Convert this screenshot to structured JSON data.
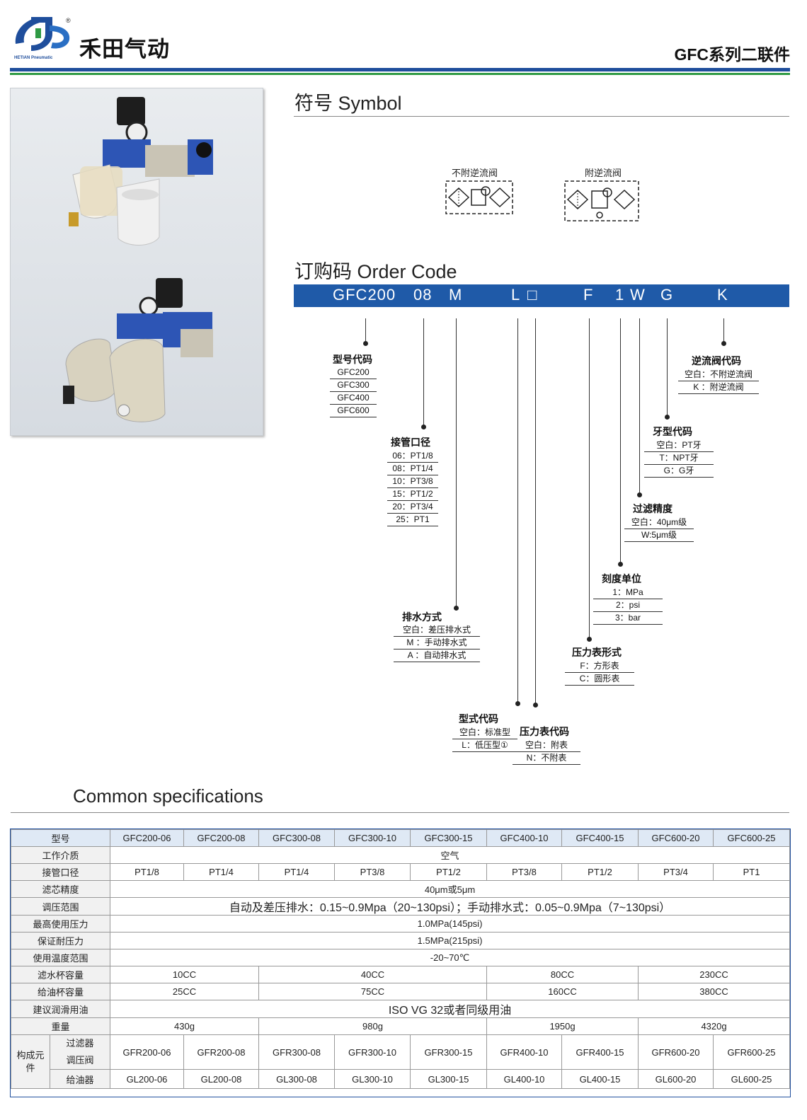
{
  "header": {
    "brand_name": "禾田气动",
    "brand_sub": "HETIAN Pneumatic",
    "brand_mark": "®",
    "series_title": "GFC系列二联件",
    "colors": {
      "blue": "#1f4e9c",
      "green": "#2f9a44"
    }
  },
  "symbol": {
    "title": "符号 Symbol",
    "labels": [
      "不附逆流阀",
      "附逆流阀"
    ]
  },
  "order_code": {
    "title": "订购码 Order Code",
    "bar_color": "#1f5aa8",
    "segments": [
      "GFC200",
      "08",
      "M",
      "L",
      "□",
      "F",
      "1",
      "W",
      "G",
      "K"
    ],
    "groups": {
      "model": {
        "title": "型号代码",
        "rows": [
          "GFC200",
          "GFC300",
          "GFC400",
          "GFC600"
        ]
      },
      "port": {
        "title": "接管口径",
        "rows": [
          "06：PT1/8",
          "08：PT1/4",
          "10：PT3/8",
          "15：PT1/2",
          "20：PT3/4",
          "25：PT1"
        ]
      },
      "drain": {
        "title": "排水方式",
        "rows": [
          "空白：差压排水式",
          "M ：手动排水式",
          "A ：自动排水式"
        ]
      },
      "type": {
        "title": "型式代码",
        "rows": [
          "空白：标准型",
          "L：低压型①"
        ]
      },
      "gauge_code": {
        "title": "压力表代码",
        "rows": [
          "空白：附表",
          "N：不附表"
        ]
      },
      "gauge_form": {
        "title": "压力表形式",
        "rows": [
          "F：方形表",
          "C：圆形表"
        ]
      },
      "scale": {
        "title": "刻度单位",
        "rows": [
          "1：MPa",
          "2：psi",
          "3：bar"
        ]
      },
      "filtration": {
        "title": "过滤精度",
        "rows": [
          "空白：40μm级",
          "W:5μm级"
        ]
      },
      "thread": {
        "title": "牙型代码",
        "rows": [
          "空白：PT牙",
          "T：NPT牙",
          "G：G牙"
        ]
      },
      "check_valve": {
        "title": "逆流阀代码",
        "rows": [
          "空白：不附逆流阀",
          "K ：附逆流阀"
        ]
      }
    }
  },
  "specs": {
    "title": "Common specifications",
    "header_label": "型号",
    "models": [
      "GFC200-06",
      "GFC200-08",
      "GFC300-08",
      "GFC300-10",
      "GFC300-15",
      "GFC400-10",
      "GFC400-15",
      "GFC600-20",
      "GFC600-25"
    ],
    "rows": {
      "medium": {
        "label": "工作介质",
        "value": "空气"
      },
      "port": {
        "label": "接管口径",
        "values": [
          "PT1/8",
          "PT1/4",
          "PT1/4",
          "PT3/8",
          "PT1/2",
          "PT3/8",
          "PT1/2",
          "PT3/4",
          "PT1"
        ]
      },
      "filter": {
        "label": "滤芯精度",
        "value": "40μm或5μm"
      },
      "range": {
        "label": "调压范围",
        "value": "自动及差压排水：0.15~0.9Mpa（20~130psi）；手动排水式：0.05~0.9Mpa（7~130psi）"
      },
      "max_pressure": {
        "label": "最高使用压力",
        "value": "1.0MPa(145psi)"
      },
      "proof": {
        "label": "保证耐压力",
        "value": "1.5MPa(215psi)"
      },
      "temp": {
        "label": "使用温度范围",
        "value": "-20~70℃"
      },
      "bowl": {
        "label": "滤水杯容量",
        "values": [
          "10CC",
          "40CC",
          "80CC",
          "230CC"
        ]
      },
      "oil": {
        "label": "给油杯容量",
        "values": [
          "25CC",
          "75CC",
          "160CC",
          "380CC"
        ]
      },
      "lube": {
        "label": "建议润滑用油",
        "value": "ISO VG 32或者同级用油"
      },
      "weight": {
        "label": "重量",
        "values": [
          "430g",
          "980g",
          "1950g",
          "4320g"
        ]
      },
      "components": {
        "label": "构成元件",
        "filter_regulator_labels": [
          "过滤器",
          "调压阀"
        ],
        "filter_regulator": [
          "GFR200-06",
          "GFR200-08",
          "GFR300-08",
          "GFR300-10",
          "GFR300-15",
          "GFR400-10",
          "GFR400-15",
          "GFR600-20",
          "GFR600-25"
        ],
        "lubricator_label": "给油器",
        "lubricator": [
          "GL200-06",
          "GL200-08",
          "GL300-08",
          "GL300-10",
          "GL300-15",
          "GL400-10",
          "GL400-15",
          "GL600-20",
          "GL600-25"
        ]
      }
    }
  }
}
